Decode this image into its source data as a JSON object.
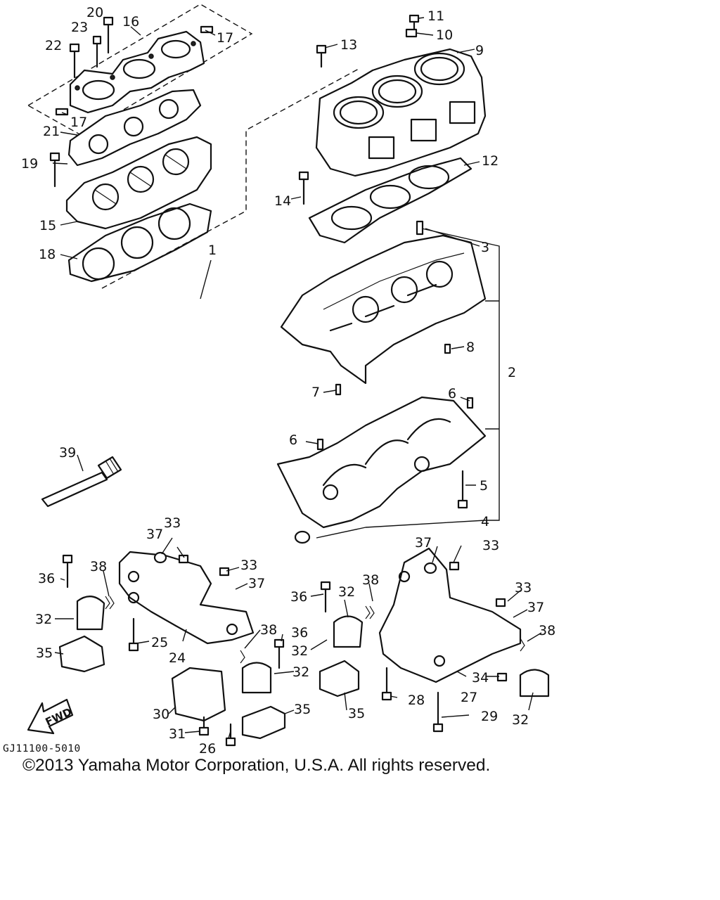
{
  "diagram": {
    "code": "GJ11100-5010",
    "copyright": "©2013 Yamaha Motor Corporation, U.S.A. All rights reserved.",
    "direction_label": "FWD",
    "callouts": {
      "c1": "1",
      "c2": "2",
      "c3": "3",
      "c4": "4",
      "c5": "5",
      "c6a": "6",
      "c6b": "6",
      "c7": "7",
      "c8": "8",
      "c9": "9",
      "c10": "10",
      "c11": "11",
      "c12": "12",
      "c13": "13",
      "c14": "14",
      "c15": "15",
      "c16": "16",
      "c17a": "17",
      "c17b": "17",
      "c18": "18",
      "c19": "19",
      "c20": "20",
      "c21": "21",
      "c22": "22",
      "c23": "23",
      "c24": "24",
      "c25": "25",
      "c26": "26",
      "c27": "27",
      "c28": "28",
      "c29": "29",
      "c30": "30",
      "c31": "31",
      "c32a": "32",
      "c32b": "32",
      "c32c": "32",
      "c32d": "32",
      "c32e": "32",
      "c33a": "33",
      "c33b": "33",
      "c33c": "33",
      "c33d": "33",
      "c34": "34",
      "c35a": "35",
      "c35b": "35",
      "c35c": "35",
      "c36a": "36",
      "c36b": "36",
      "c36c": "36",
      "c37a": "37",
      "c37b": "37",
      "c37c": "37",
      "c37d": "37",
      "c38a": "38",
      "c38b": "38",
      "c38c": "38",
      "c38d": "38",
      "c39": "39"
    }
  }
}
